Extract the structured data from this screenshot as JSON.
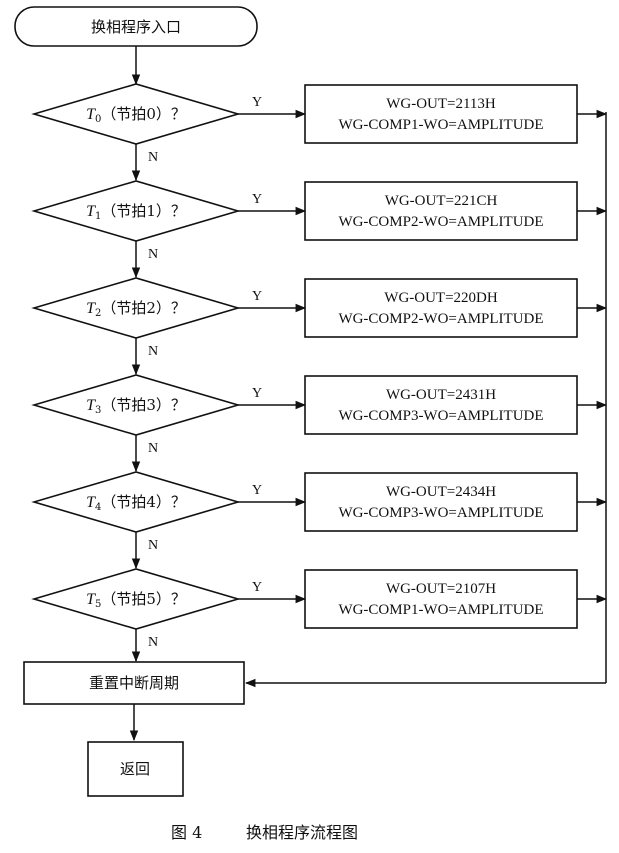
{
  "start": {
    "label": "换相程序入口"
  },
  "decisions": [
    {
      "var": "T",
      "sub": "0",
      "text": "（节拍0）？",
      "yes": "Y",
      "no": "N"
    },
    {
      "var": "T",
      "sub": "1",
      "text": "（节拍1）？",
      "yes": "Y",
      "no": "N"
    },
    {
      "var": "T",
      "sub": "2",
      "text": "（节拍2）？",
      "yes": "Y",
      "no": "N"
    },
    {
      "var": "T",
      "sub": "3",
      "text": "（节拍3）？",
      "yes": "Y",
      "no": "N"
    },
    {
      "var": "T",
      "sub": "4",
      "text": "（节拍4）？",
      "yes": "Y",
      "no": "N"
    },
    {
      "var": "T",
      "sub": "5",
      "text": "（节拍5）？",
      "yes": "Y",
      "no": "N"
    }
  ],
  "actions": [
    {
      "line1": "WG-OUT=2113H",
      "line2": "WG-COMP1-WO=AMPLITUDE"
    },
    {
      "line1": "WG-OUT=221CH",
      "line2": "WG-COMP2-WO=AMPLITUDE"
    },
    {
      "line1": "WG-OUT=220DH",
      "line2": "WG-COMP2-WO=AMPLITUDE"
    },
    {
      "line1": "WG-OUT=2431H",
      "line2": "WG-COMP3-WO=AMPLITUDE"
    },
    {
      "line1": "WG-OUT=2434H",
      "line2": "WG-COMP3-WO=AMPLITUDE"
    },
    {
      "line1": "WG-OUT=2107H",
      "line2": "WG-COMP1-WO=AMPLITUDE"
    }
  ],
  "reset": {
    "label": "重置中断周期"
  },
  "end": {
    "label": "返回"
  },
  "caption": {
    "figure": "图 4",
    "title": "换相程序流程图"
  }
}
